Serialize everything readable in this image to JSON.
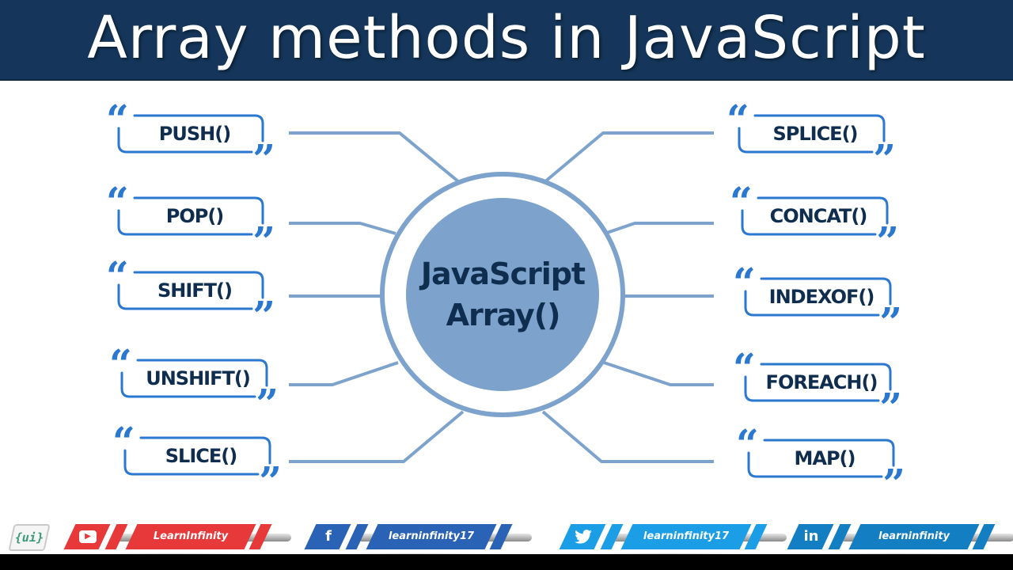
{
  "header": {
    "title": "Array methods in JavaScript",
    "background": "#15365a"
  },
  "center": {
    "line1": "JavaScript",
    "line2": "Array()",
    "fill": "#7da3cc",
    "ring": "#7da3cc"
  },
  "methods_left": [
    {
      "label": "PUSH()"
    },
    {
      "label": "POP()"
    },
    {
      "label": "SHIFT()"
    },
    {
      "label": "UNSHIFT()"
    },
    {
      "label": "SLICE()"
    }
  ],
  "methods_right": [
    {
      "label": "SPLICE()"
    },
    {
      "label": "CONCAT()"
    },
    {
      "label": "INDEXOF()"
    },
    {
      "label": "FOREACH()"
    },
    {
      "label": "MAP()"
    }
  ],
  "quotes": {
    "open": "“",
    "close": "”"
  },
  "colors": {
    "accent_quote": "#2b78d0",
    "box_border": "#2b78d0",
    "connector": "#7da3cc",
    "text_dark": "#0f2d4e"
  },
  "footer": {
    "logo_text": "{ui}",
    "social": [
      {
        "platform": "youtube",
        "icon": "youtube-icon",
        "glyph": "▶",
        "handle": "LearnInfinity",
        "color": "#e8393a"
      },
      {
        "platform": "facebook",
        "icon": "facebook-icon",
        "glyph": "f",
        "handle": "learninfinity17",
        "color": "#2a62b5"
      },
      {
        "platform": "twitter",
        "icon": "twitter-icon",
        "glyph": "ὂ6",
        "handle": "learninfinity17",
        "color": "#1b9ee6"
      },
      {
        "platform": "linkedin",
        "icon": "linkedin-icon",
        "glyph": "in",
        "handle": "learninfinity",
        "color": "#137ec2"
      }
    ]
  }
}
